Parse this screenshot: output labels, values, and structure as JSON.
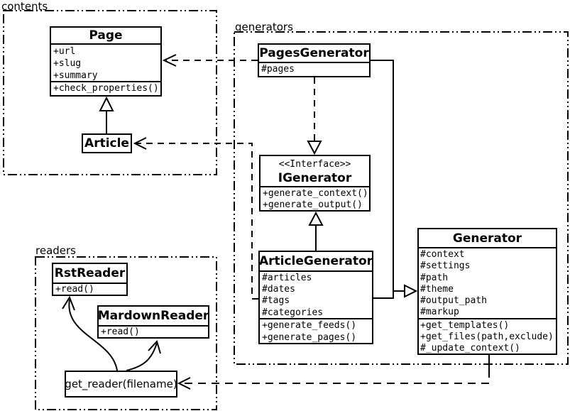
{
  "packages": {
    "contents": {
      "label": "contents"
    },
    "generators": {
      "label": "generators"
    },
    "readers": {
      "label": "readers"
    }
  },
  "classes": {
    "page": {
      "name": "Page",
      "attributes": [
        "+url",
        "+slug",
        "+summary"
      ],
      "methods": [
        "+check_properties()"
      ]
    },
    "article": {
      "name": "Article"
    },
    "pages_generator": {
      "name": "PagesGenerator",
      "attributes": [
        "#pages"
      ]
    },
    "igenerator": {
      "stereotype": "<<Interface>>",
      "name": "IGenerator",
      "methods": [
        "+generate_context()",
        "+generate_output()"
      ]
    },
    "article_generator": {
      "name": "ArticleGenerator",
      "attributes": [
        "#articles",
        "#dates",
        "#tags",
        "#categories"
      ],
      "methods": [
        "+generate_feeds()",
        "+generate_pages()"
      ]
    },
    "generator": {
      "name": "Generator",
      "attributes": [
        "#context",
        "#settings",
        "#path",
        "#theme",
        "#output_path",
        "#markup"
      ],
      "methods": [
        "+get_templates()",
        "+get_files(path,exclude)",
        "#_update_context()"
      ]
    },
    "rst_reader": {
      "name": "RstReader",
      "methods": [
        "+read()"
      ]
    },
    "mardown_reader": {
      "name": "MardownReader",
      "methods": [
        "+read()"
      ]
    },
    "get_reader": {
      "label": "get_reader(filename)"
    }
  },
  "relations": [
    {
      "from": "Article",
      "to": "Page",
      "type": "generalization"
    },
    {
      "from": "PagesGenerator",
      "to": "Page",
      "type": "dependency"
    },
    {
      "from": "ArticleGenerator",
      "to": "Article",
      "type": "dependency"
    },
    {
      "from": "PagesGenerator",
      "to": "IGenerator",
      "type": "realization"
    },
    {
      "from": "ArticleGenerator",
      "to": "IGenerator",
      "type": "generalization"
    },
    {
      "from": "PagesGenerator",
      "to": "Generator",
      "type": "generalization"
    },
    {
      "from": "ArticleGenerator",
      "to": "Generator",
      "type": "generalization"
    },
    {
      "from": "Generator",
      "to": "get_reader(filename)",
      "type": "dependency"
    },
    {
      "from": "get_reader(filename)",
      "to": "RstReader",
      "type": "arrow"
    },
    {
      "from": "get_reader(filename)",
      "to": "MardownReader",
      "type": "arrow"
    }
  ],
  "colors": {
    "line": "#000000",
    "background": "#ffffff",
    "box_fill": "#ffffff"
  }
}
